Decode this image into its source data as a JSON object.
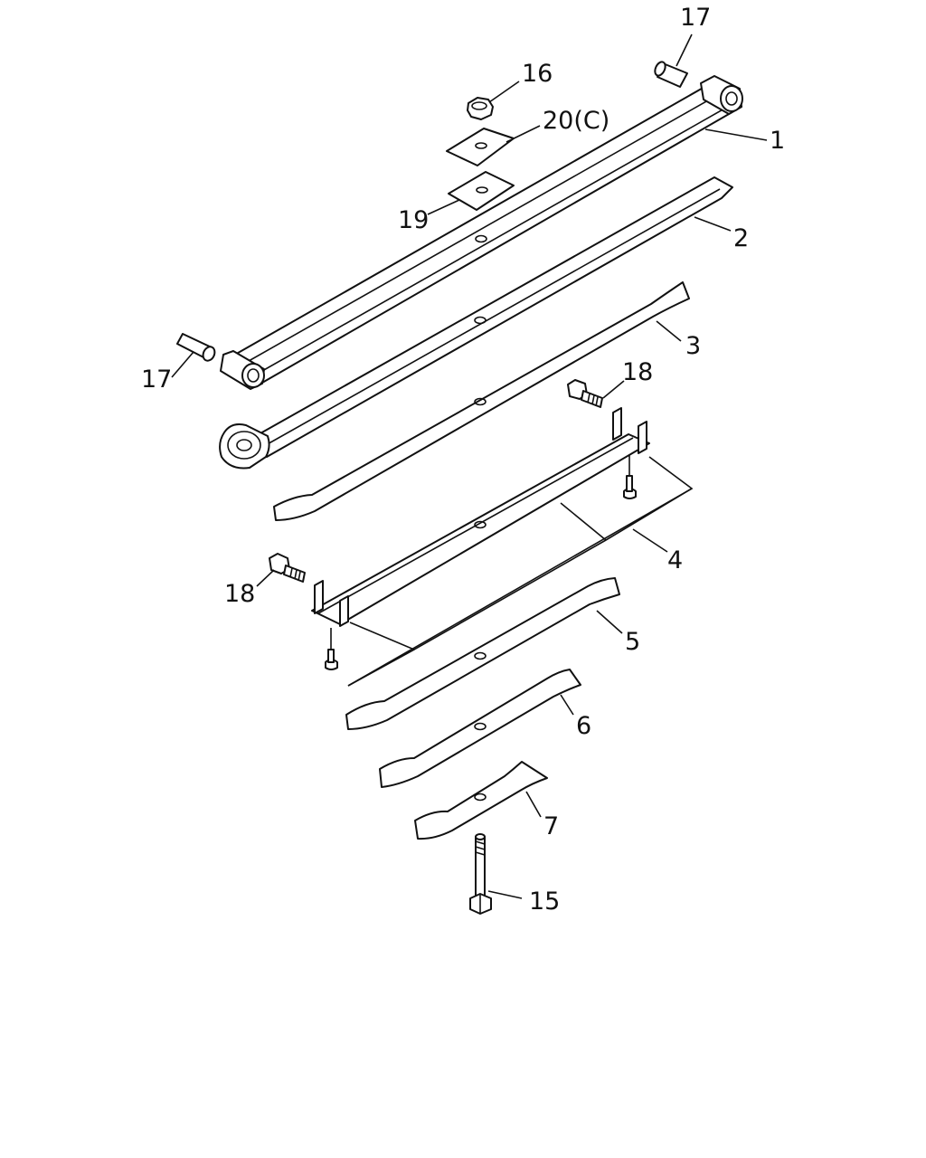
{
  "labels": {
    "p1": "1",
    "p2": "2",
    "p3": "3",
    "p4": "4",
    "p5": "5",
    "p6": "6",
    "p7": "7",
    "p15": "15",
    "p16": "16",
    "p17a": "17",
    "p17b": "17",
    "p18a": "18",
    "p18b": "18",
    "p19": "19",
    "p20": "20(C)"
  }
}
